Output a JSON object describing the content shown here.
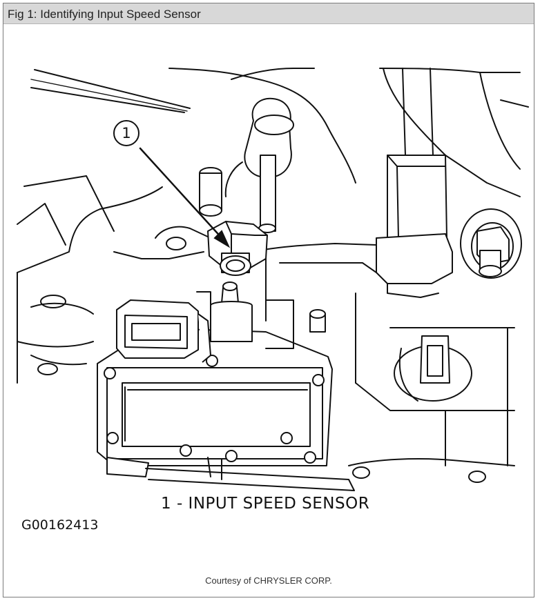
{
  "figure": {
    "title": "Fig 1: Identifying Input Speed Sensor",
    "callout_number": "1",
    "caption": "1 - INPUT SPEED SENSOR",
    "figure_code": "G00162413",
    "courtesy": "Courtesy of CHRYSLER CORP."
  }
}
